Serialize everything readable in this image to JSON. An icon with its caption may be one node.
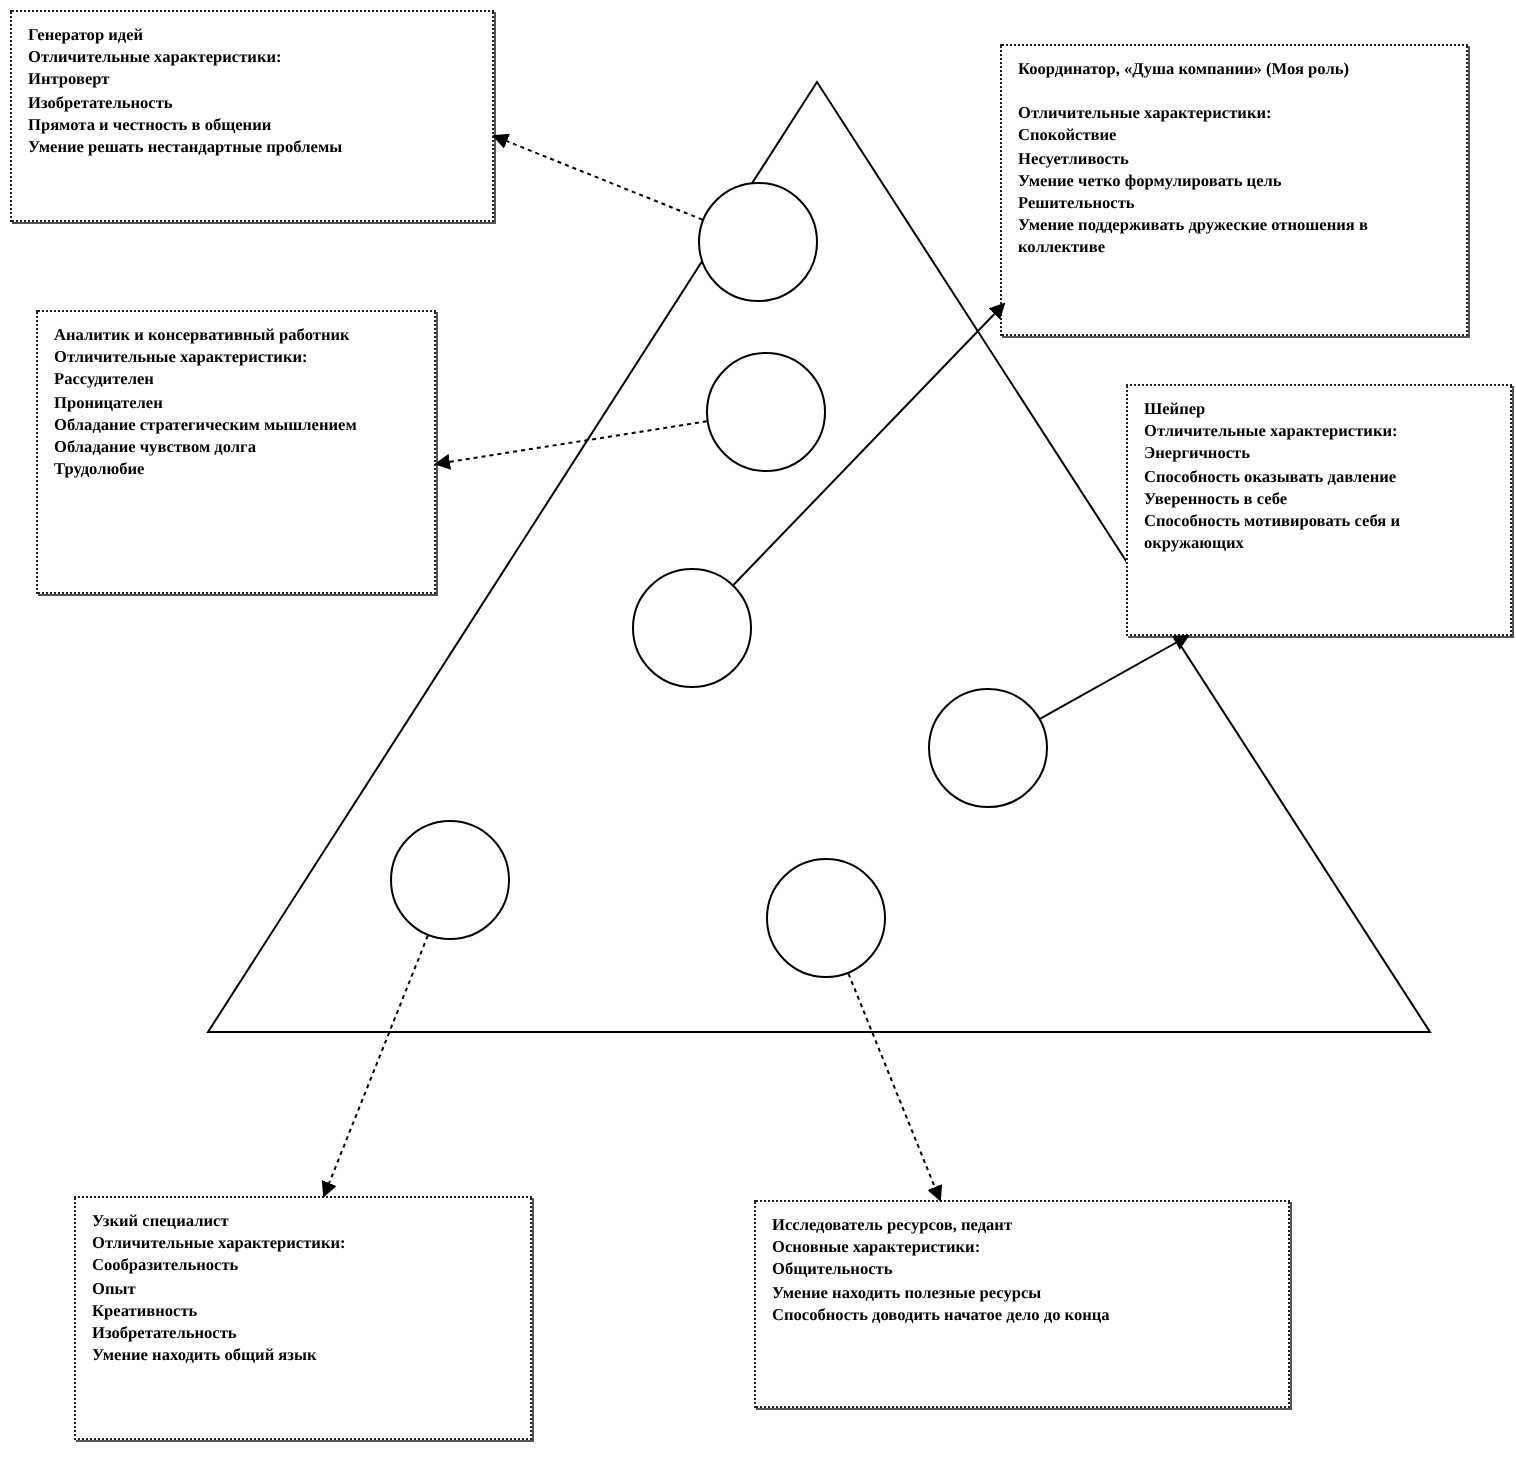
{
  "diagram": {
    "nodes": [
      {
        "text": [
          "Генератор идей",
          "Отличительные характеристики:",
          "Интроверт",
          "Изобретательность",
          "Прямота и честность в общении",
          "Умение  решать нестандартные проблемы"
        ]
      },
      {
        "text": [
          "Координатор, «Душа компании» (Моя роль)",
          "Отличительные характеристики:",
          "Спокойствие",
          "Несуетливость",
          "Умение четко формулировать цель",
          "Решительность",
          "Умение поддерживать дружеские отношения в коллективе"
        ]
      },
      {
        "text": [],
        "shape": "triangle"
      },
      {
        "text": [],
        "shape": "circle",
        "in": 2
      },
      {
        "text": [],
        "shape": "circle",
        "in": 2
      },
      {
        "text": [],
        "shape": "circle",
        "in": 2
      },
      {
        "text": [],
        "shape": "circle",
        "in": 2
      },
      {
        "text": [],
        "shape": "circle",
        "in": 2
      },
      {
        "text": [],
        "shape": "circle",
        "in": 2
      },
      {
        "text": [
          "Аналитик и консервативный работник",
          "Отличительные характеристики:",
          "Рассудителен",
          "Проницателен",
          "Обладание стратегическим мышлением",
          "Обладание чувством долга",
          "Трудолюбие"
        ]
      },
      {
        "text": [
          "Шейпер",
          "Отличительные характеристики:",
          "Энергичность",
          "Способность оказывать давление",
          "Уверенность в себе",
          "Способность мотивировать себя и окружающих"
        ]
      },
      {
        "text": [
          "Узкий специалист",
          "Отличительные характеристики:",
          "Сообразительность",
          "Опыт",
          "Креативность",
          "Изобретательность",
          "Умение находить общий язык"
        ]
      },
      {
        "text": [
          "Исследователь ресурсов, педант",
          "Основные характеристики:",
          "Общительность",
          "Умение находить полезные ресурсы",
          "Способность доводить начатое дело до конца"
        ]
      }
    ],
    "edges": [
      {
        "from": 3,
        "to": 0,
        "arrow": "to",
        "style": "dashed"
      },
      {
        "from": 4,
        "to": 9,
        "arrow": "to",
        "style": "dashed"
      },
      {
        "from": 5,
        "to": 1,
        "arrow": "to"
      },
      {
        "from": 6,
        "to": 10,
        "arrow": "to"
      },
      {
        "from": 7,
        "to": 11,
        "arrow": "to",
        "style": "dashed"
      },
      {
        "from": 8,
        "to": 12,
        "arrow": "to",
        "style": "dashed"
      }
    ]
  }
}
